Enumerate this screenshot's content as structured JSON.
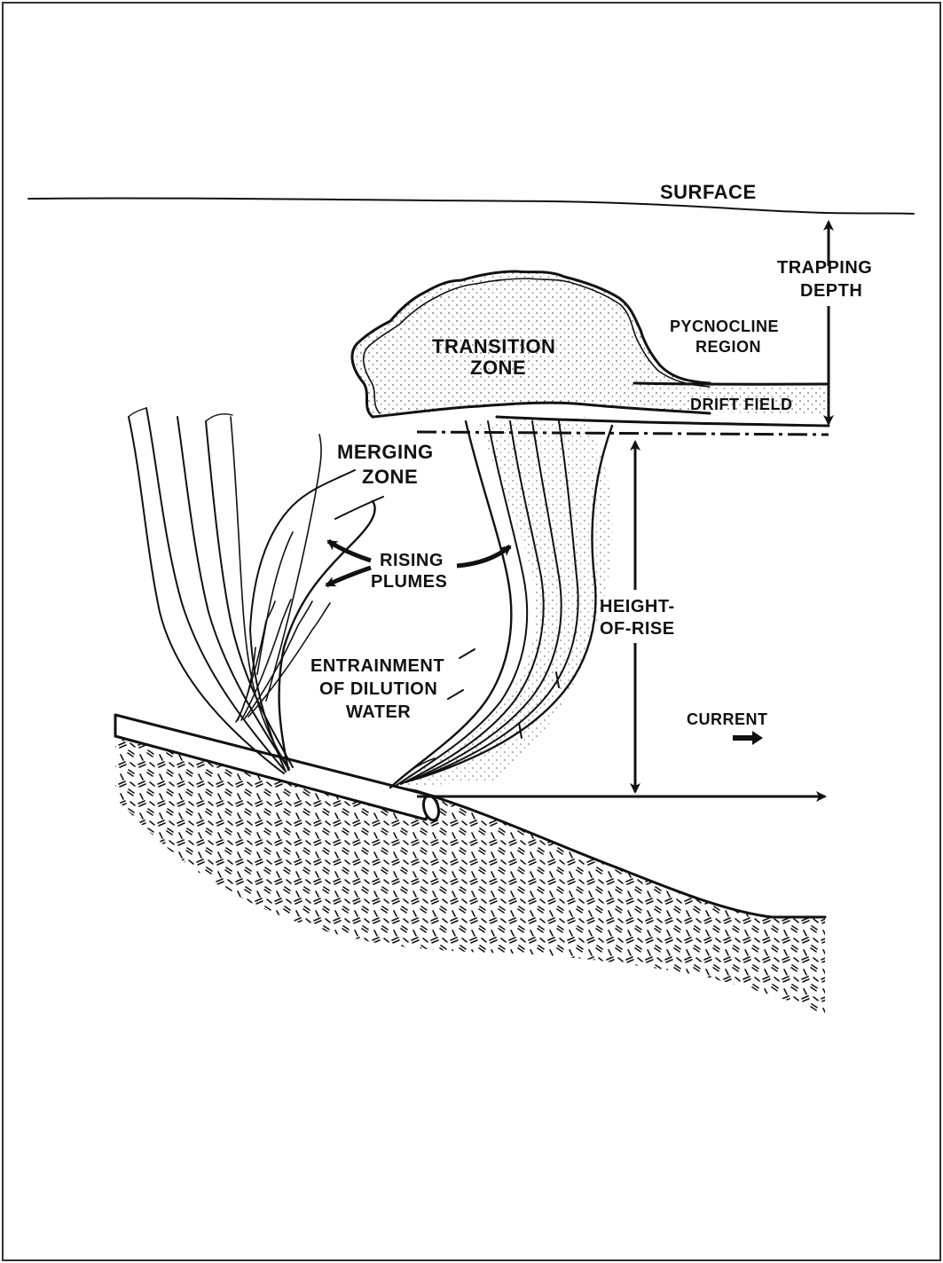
{
  "labels": {
    "surface": "SURFACE",
    "trapping_depth": [
      "TRAPPING",
      "DEPTH"
    ],
    "pycnocline_region": [
      "PYCNOCLINE",
      "REGION"
    ],
    "transition_zone": [
      "TRANSITION",
      "ZONE"
    ],
    "drift_field": "DRIFT FIELD",
    "merging_zone": [
      "MERGING",
      "ZONE"
    ],
    "rising_plumes": [
      "RISING",
      "PLUMES"
    ],
    "height_of_rise": [
      "HEIGHT-",
      "OF-RISE"
    ],
    "entrainment": [
      "ENTRAINMENT",
      "OF DILUTION",
      "WATER"
    ],
    "current": "CURRENT"
  }
}
